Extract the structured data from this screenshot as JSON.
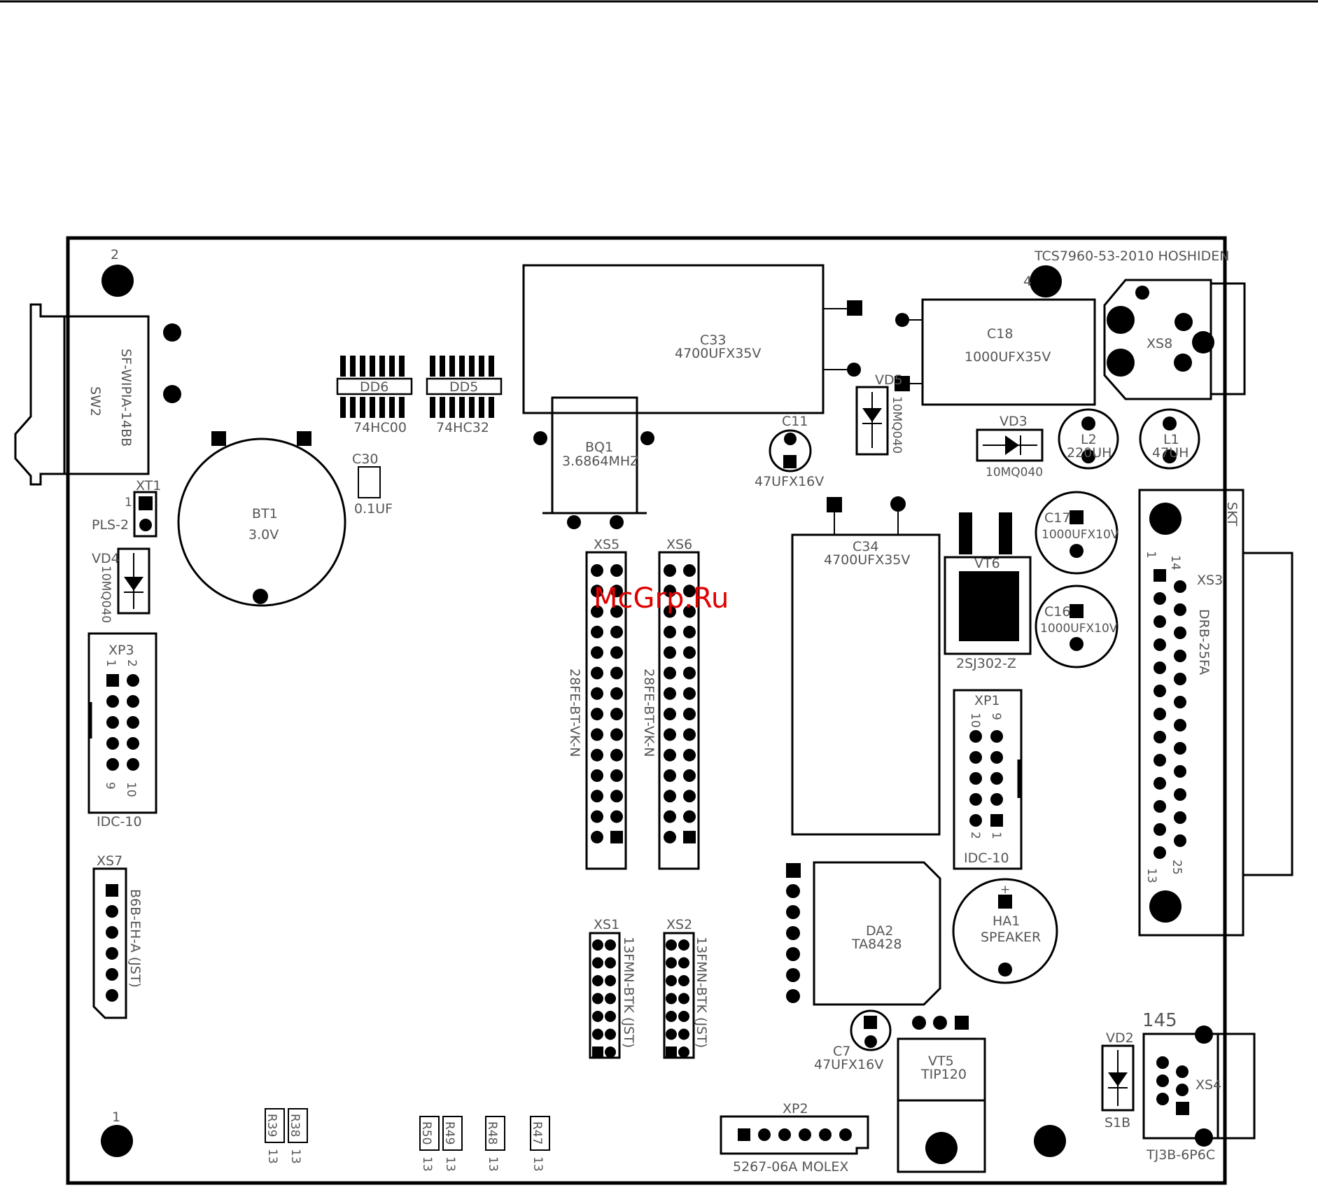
{
  "watermark": "McGrp.Ru",
  "components": {
    "mount_top_left": "2",
    "mount_top_right": "4",
    "mount_bottom_left": "1",
    "switch_model": "SF-WIPIA-14BB",
    "switch_ref": "SW2",
    "dd6_ref": "DD6",
    "dd6_part": "74HC00",
    "dd5_ref": "DD5",
    "dd5_part": "74HC32",
    "c33_ref": "C33",
    "c33_value": "4700UFX35V",
    "c18_ref": "C18",
    "c18_value": "1000UFX35V",
    "vd5_ref": "VD5",
    "vd5_part": "10MQ040",
    "hoshiden": "TCS7960-53-2010 HOSHIDEN",
    "xs8_ref": "XS8",
    "c11_ref": "C11",
    "c11_value": "47UFX16V",
    "bq1_ref": "BQ1",
    "bq1_value": "3.6864MHZ",
    "c30_ref": "C30",
    "c30_value": "0.1UF",
    "bt1_ref": "BT1",
    "bt1_value": "3.0V",
    "xt1_ref": "XT1",
    "xt1_pin": "1",
    "xt1_part": "PLS-2",
    "vd4_ref": "VD4",
    "vd4_part": "10MQ040",
    "vd3_ref": "VD3",
    "vd3_part": "10MQ040",
    "l2_ref": "L2",
    "l2_value": "220UH",
    "l1_ref": "L1",
    "l1_value": "47UH",
    "skt": "SKT",
    "c34_ref": "C34",
    "c34_value": "4700UFX35V",
    "vt6_ref": "VT6",
    "vt6_part": "2SJ302-Z",
    "c17_ref": "C17",
    "c17_value": "1000UFX10V",
    "c16_ref": "C16",
    "c16_value": "1000UFX10V",
    "xs3_ref": "XS3",
    "xs3_part": "DRB-25FA",
    "xs3_pin1": "1",
    "xs3_pin14": "14",
    "xs3_pin13": "13",
    "xs3_pin25": "25",
    "xs5_ref": "XS5",
    "xs6_ref": "XS6",
    "xs56_part": "28FE-BT-VK-N",
    "xp3_ref": "XP3",
    "xp3_part": "IDC-10",
    "xp3_pin1": "1",
    "xp3_pin2": "2",
    "xp3_pin9": "9",
    "xp3_pin10": "10",
    "xp1_ref": "XP1",
    "xp1_part": "IDC-10",
    "xp1_pin10": "10",
    "xp1_pin9": "9",
    "xp1_pin2": "2",
    "xp1_pin1": "1",
    "xs7_ref": "XS7",
    "xs7_part": "B6B-EH-A (JST)",
    "xs1_ref": "XS1",
    "xs2_ref": "XS2",
    "xs12_part": "13FMN-BTK (JST)",
    "da2_ref": "DA2",
    "da2_part": "TA8428",
    "ha1_ref": "HA1",
    "ha1_part": "SPEAKER",
    "ha1_plus": "+",
    "c7_ref": "C7",
    "c7_value": "47UFX16V",
    "vt5_ref": "VT5",
    "vt5_part": "TIP120",
    "vd2_ref": "VD2",
    "vd2_part": "S1B",
    "xs4_ref": "XS4",
    "xs4_part": "TJ3B-6P6C",
    "xs4_num": "145",
    "xp2_ref": "XP2",
    "xp2_part": "5267-06A MOLEX",
    "r39": "R39",
    "r38": "R38",
    "r50": "R50",
    "r49": "R49",
    "r48": "R48",
    "r47": "R47",
    "r_size": "13"
  }
}
